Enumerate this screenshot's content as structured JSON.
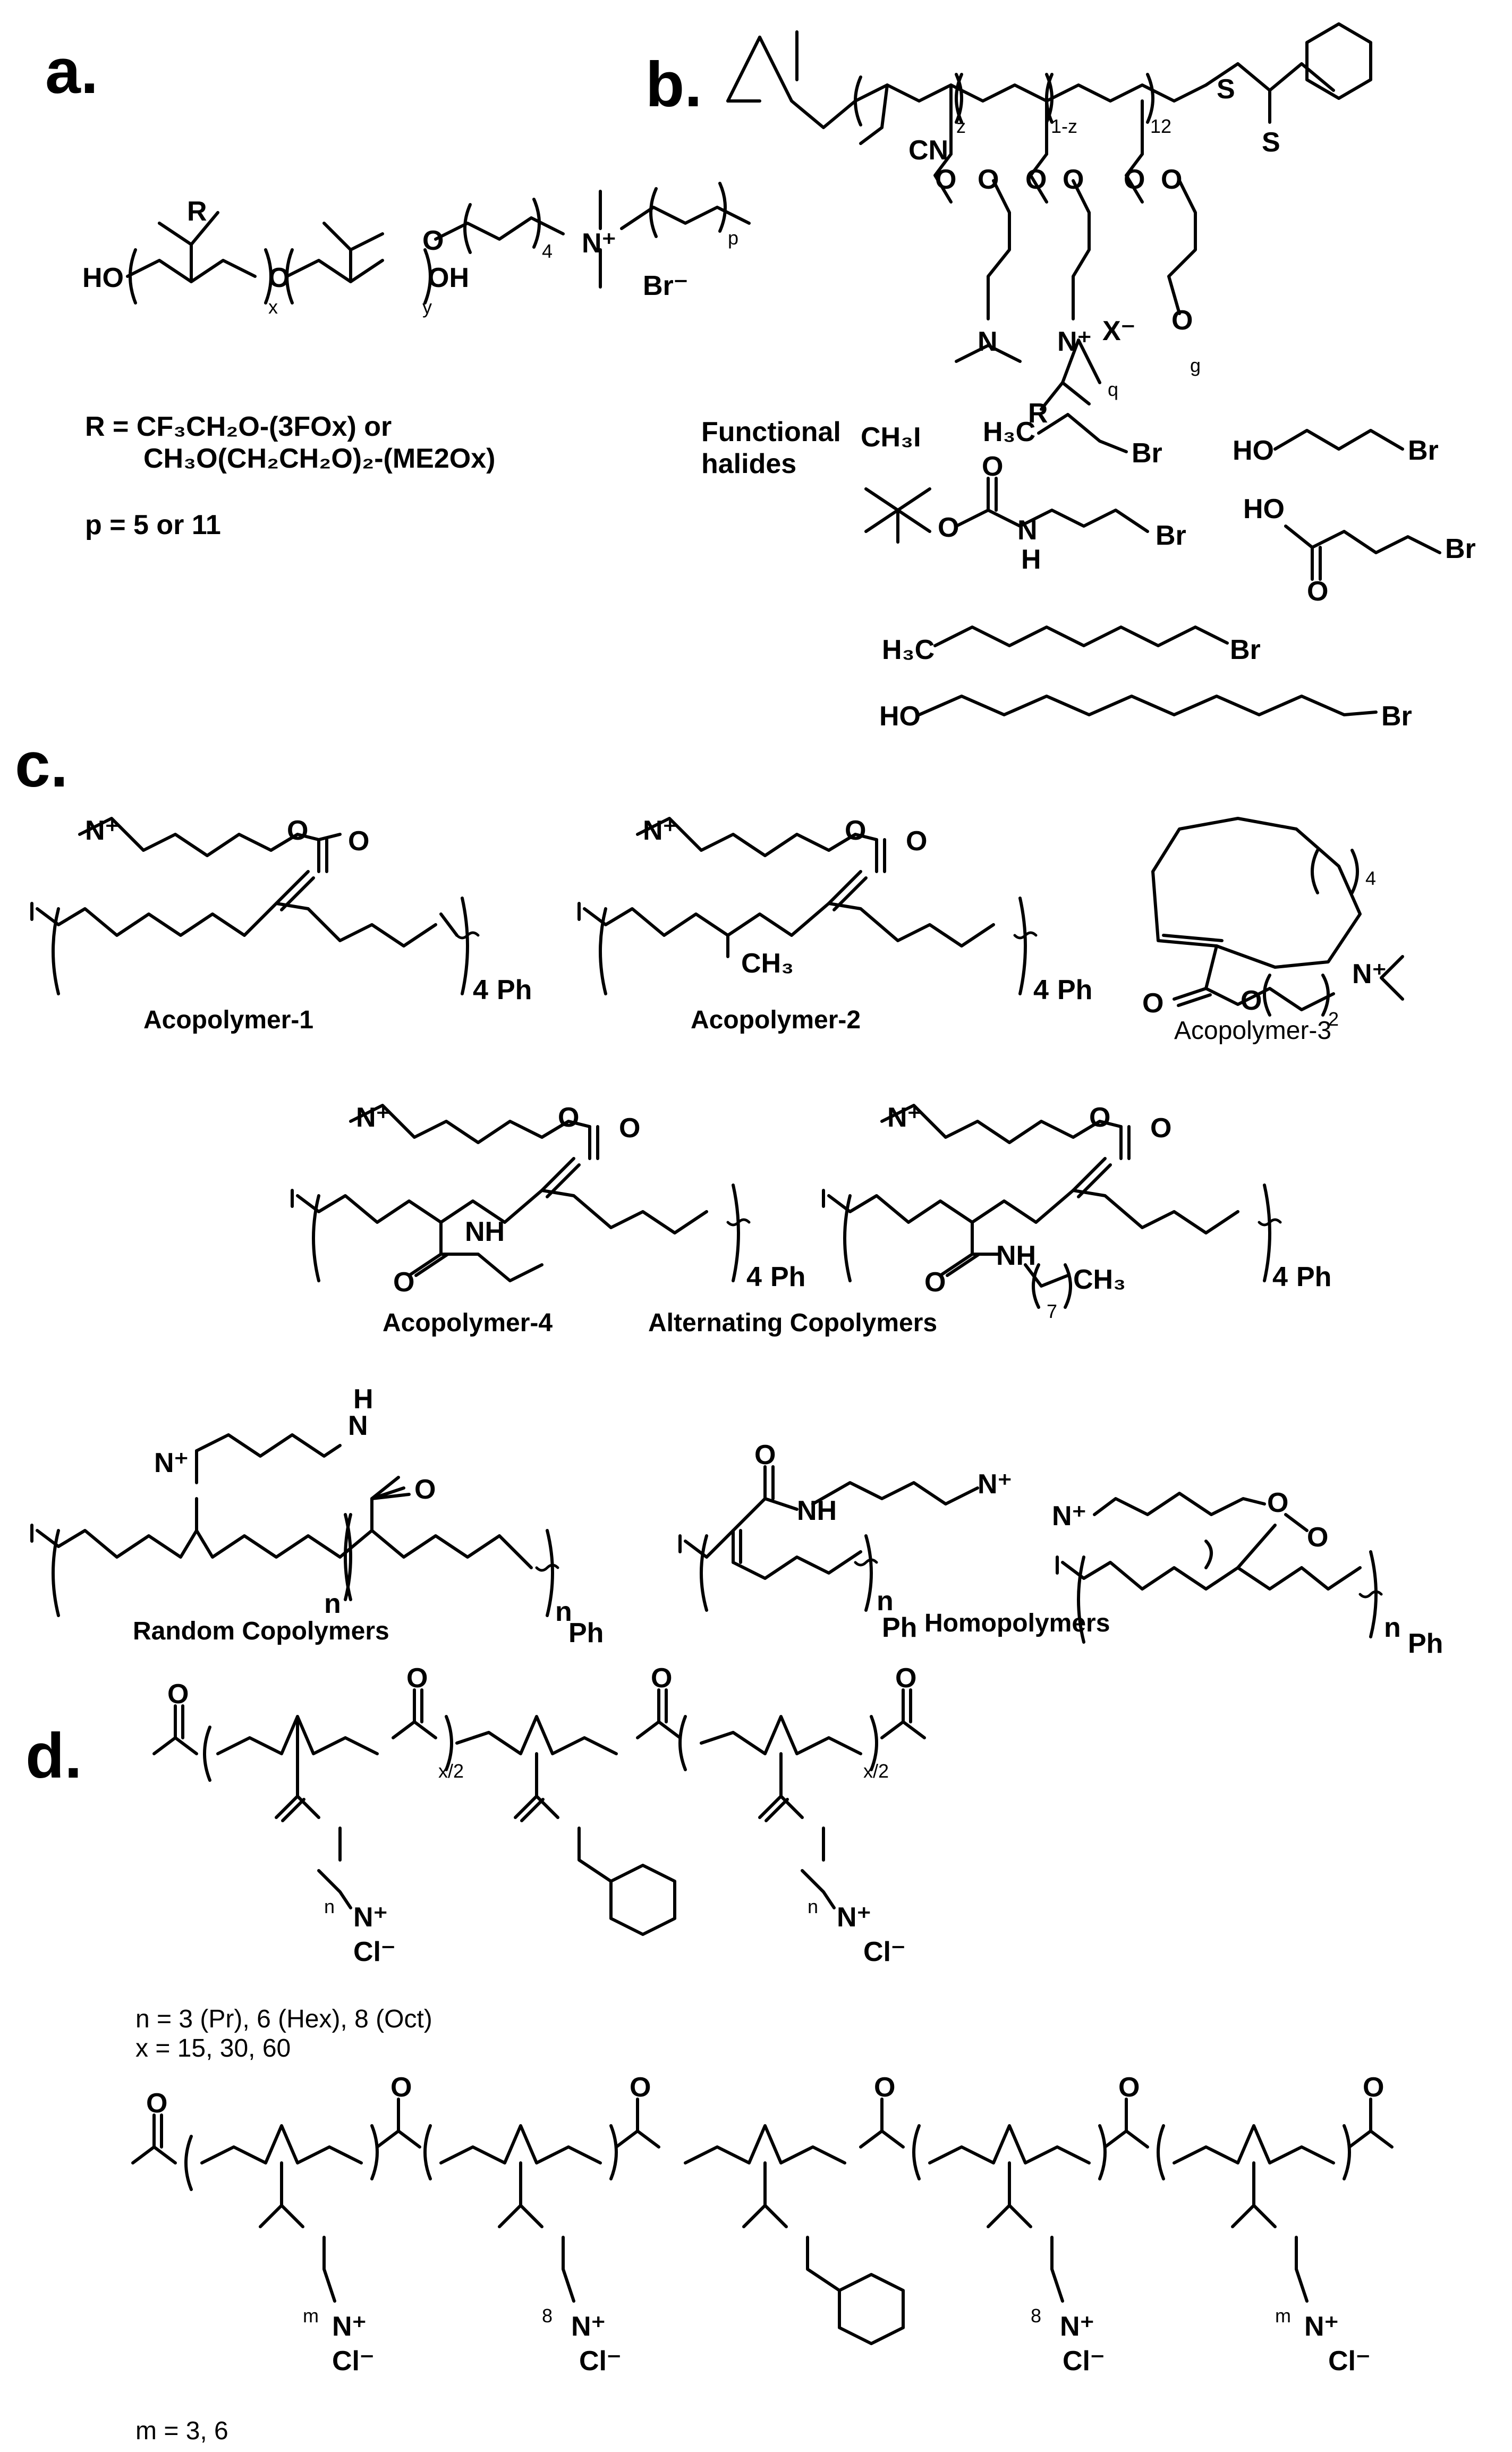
{
  "panels": {
    "a": "a.",
    "b": "b.",
    "c": "c.",
    "d": "d."
  },
  "panel_a": {
    "R_group": "R",
    "HO": "HO",
    "O": "O",
    "OH": "OH",
    "x": "x",
    "y": "y",
    "four": "4",
    "N_plus": "N⁺",
    "p": "p",
    "Br": "Br⁻",
    "R_def_line1": "R = CF₃CH₂O-(3FOx) or",
    "R_def_line2": "CH₃O(CH₂CH₂O)₂-(ME2Ox)",
    "p_def": "p = 5 or 11"
  },
  "panel_b": {
    "CN": "CN",
    "z": "z",
    "one_minus_z": "1-z",
    "twelve": "12",
    "S": "S",
    "S2": "S",
    "N": "N",
    "N_plus": "N⁺",
    "X_minus": "X⁻",
    "q": "q",
    "g": "g",
    "R": "R",
    "O": "O",
    "functional_halides_1": "Functional",
    "functional_halides_2": "halides",
    "halides": [
      "CH₃I",
      "H₃C",
      "Br",
      "HO",
      "Br",
      "Br",
      "HO",
      "Br",
      "O",
      "H₃C",
      "Br",
      "HO",
      "Br",
      "N",
      "H",
      "O",
      "O"
    ]
  },
  "panel_c": {
    "labels": {
      "acopolymer_1": "Acopolymer-1",
      "acopolymer_2": "Acopolymer-2",
      "acopolymer_3": "Acopolymer-3",
      "acopolymer_4": "Acopolymer-4",
      "alternating": "Alternating Copolymers",
      "random": "Random Copolymers",
      "homopolymers": "Homopolymers"
    },
    "atoms": {
      "N_plus": "N⁺",
      "O": "O",
      "Ph": "Ph",
      "four": "4",
      "CH3": "CH₃",
      "two": "2",
      "seven": "7",
      "NH": "NH",
      "H": "H",
      "N": "N",
      "n": "n"
    }
  },
  "panel_d": {
    "atoms": {
      "O": "O",
      "x2": "x/2",
      "n": "n",
      "m": "m",
      "eight": "8",
      "N_plus": "N⁺",
      "Cl": "Cl⁻"
    },
    "n_def": "n = 3 (Pr), 6 (Hex), 8 (Oct)",
    "x_def": "x = 15, 30, 60",
    "m_def": "m = 3, 6"
  }
}
